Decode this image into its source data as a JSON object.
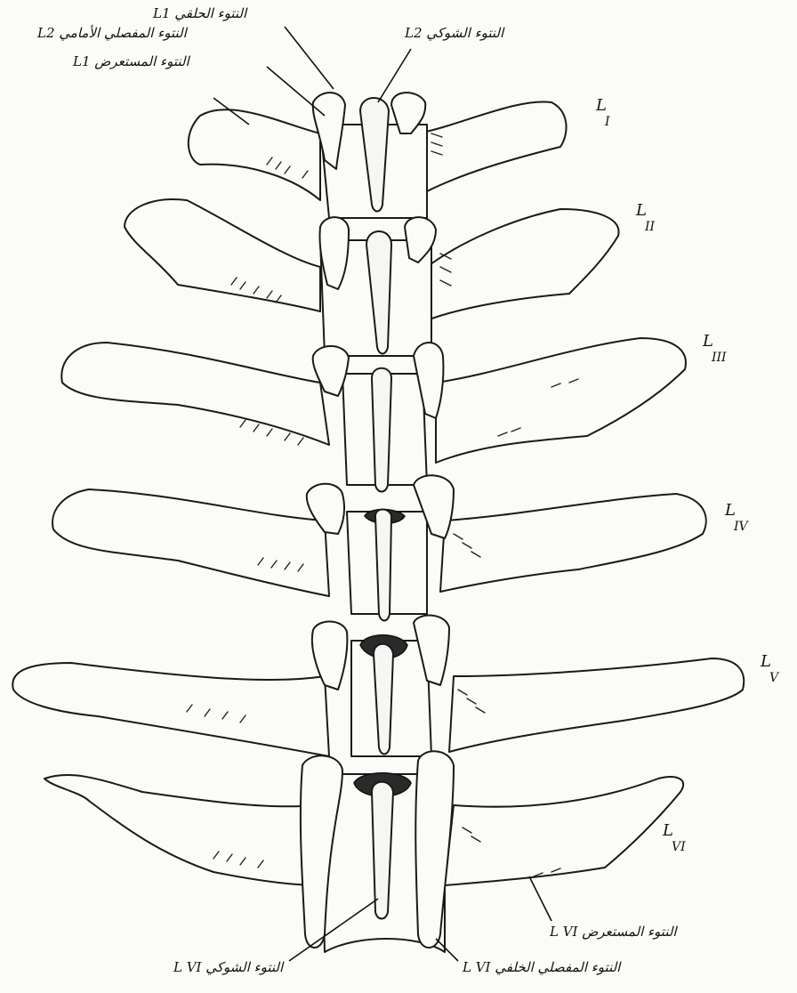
{
  "labels": {
    "articular_process": "النتوء المفصلي الأمامي L2",
    "neural_arch": "النتوء الحلقي L1",
    "spinous_top": "النتوء الشوكي L2",
    "transverse_top": "النتوء المستعرض L1",
    "transverse_bottom": "النتوء المستعرض L VI",
    "spinous_bottom": "النتوء الشوكي L VI",
    "articular_bottom": "النتوء المفصلي الخلفي L VI"
  },
  "levels": [
    {
      "letter": "L",
      "num": "I"
    },
    {
      "letter": "L",
      "num": "II"
    },
    {
      "letter": "L",
      "num": "III"
    },
    {
      "letter": "L",
      "num": "IV"
    },
    {
      "letter": "L",
      "num": "V"
    },
    {
      "letter": "L",
      "num": "VI"
    }
  ]
}
